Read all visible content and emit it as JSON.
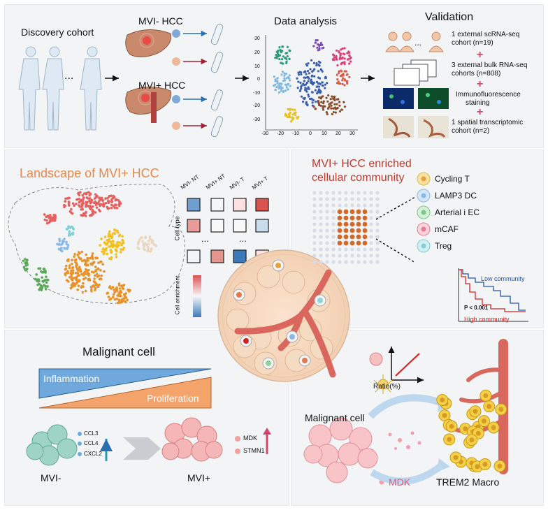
{
  "colors": {
    "panel_bg": "#f2f4f6",
    "orange_title": "#e8894a",
    "red_title": "#c0392b",
    "inflammation_blue": "#5b9bd5",
    "proliferation_orange": "#f0a060",
    "mdk_pink": "#e0607a",
    "low_community_blue": "#2255aa",
    "high_community_red": "#dd2222"
  },
  "top": {
    "discovery_cohort": "Discovery cohort",
    "ellipsis": "...",
    "mvi_neg_hcc": "MVI- HCC",
    "mvi_pos_hcc": "MVI+ HCC",
    "data_analysis": "Data analysis",
    "y_ticks": [
      "30",
      "20",
      "10",
      "0",
      "-10",
      "-20",
      "-30"
    ],
    "x_ticks": [
      "-30",
      "-20",
      "-10",
      "0",
      "10",
      "20",
      "30"
    ],
    "validation": {
      "title": "Validation",
      "ellipsis": "...",
      "items": [
        [
          "1 external scRNA-seq",
          "cohort (n=19)"
        ],
        [
          "3 external bulk RNA-seq",
          "cohorts (n=808)"
        ],
        [
          "Immunofluorescence",
          "staining"
        ],
        [
          "1 spatial transcriptomic",
          "cohort (n=2)"
        ]
      ],
      "plus": "+"
    }
  },
  "middle_left": {
    "title": "Landscape of MVI+ HCC",
    "columns": [
      "MVI- NT",
      "MVI+ NT",
      "MVI- T",
      "MVI+ T"
    ],
    "cell_type_label": "Cell type",
    "ellipsis": "...",
    "enrichment_label": "Cell enrichment"
  },
  "middle_right": {
    "title_line1": "MVI+ HCC enriched",
    "title_line2": "cellular community",
    "legend": [
      "Cycling T",
      "LAMP3 DC",
      "Arterial i EC",
      "mCAF",
      "Treg"
    ],
    "km": {
      "low": "Low community",
      "high": "High community",
      "p": "P < 0.001"
    }
  },
  "bottom_left": {
    "title": "Malignant cell",
    "inflammation": "Inflammation",
    "proliferation": "Proliferation",
    "down_genes": [
      "CCL3",
      "CCL4",
      "CXCL2"
    ],
    "up_genes": [
      "MDK",
      "STMN1"
    ],
    "mvi_neg": "MVI-",
    "mvi_pos": "MVI+"
  },
  "bottom_right": {
    "ratio": "Ratio(%)",
    "malignant_cell": "Malignant cell",
    "mdk": "MDK",
    "trem2": "TREM2 Macro"
  }
}
